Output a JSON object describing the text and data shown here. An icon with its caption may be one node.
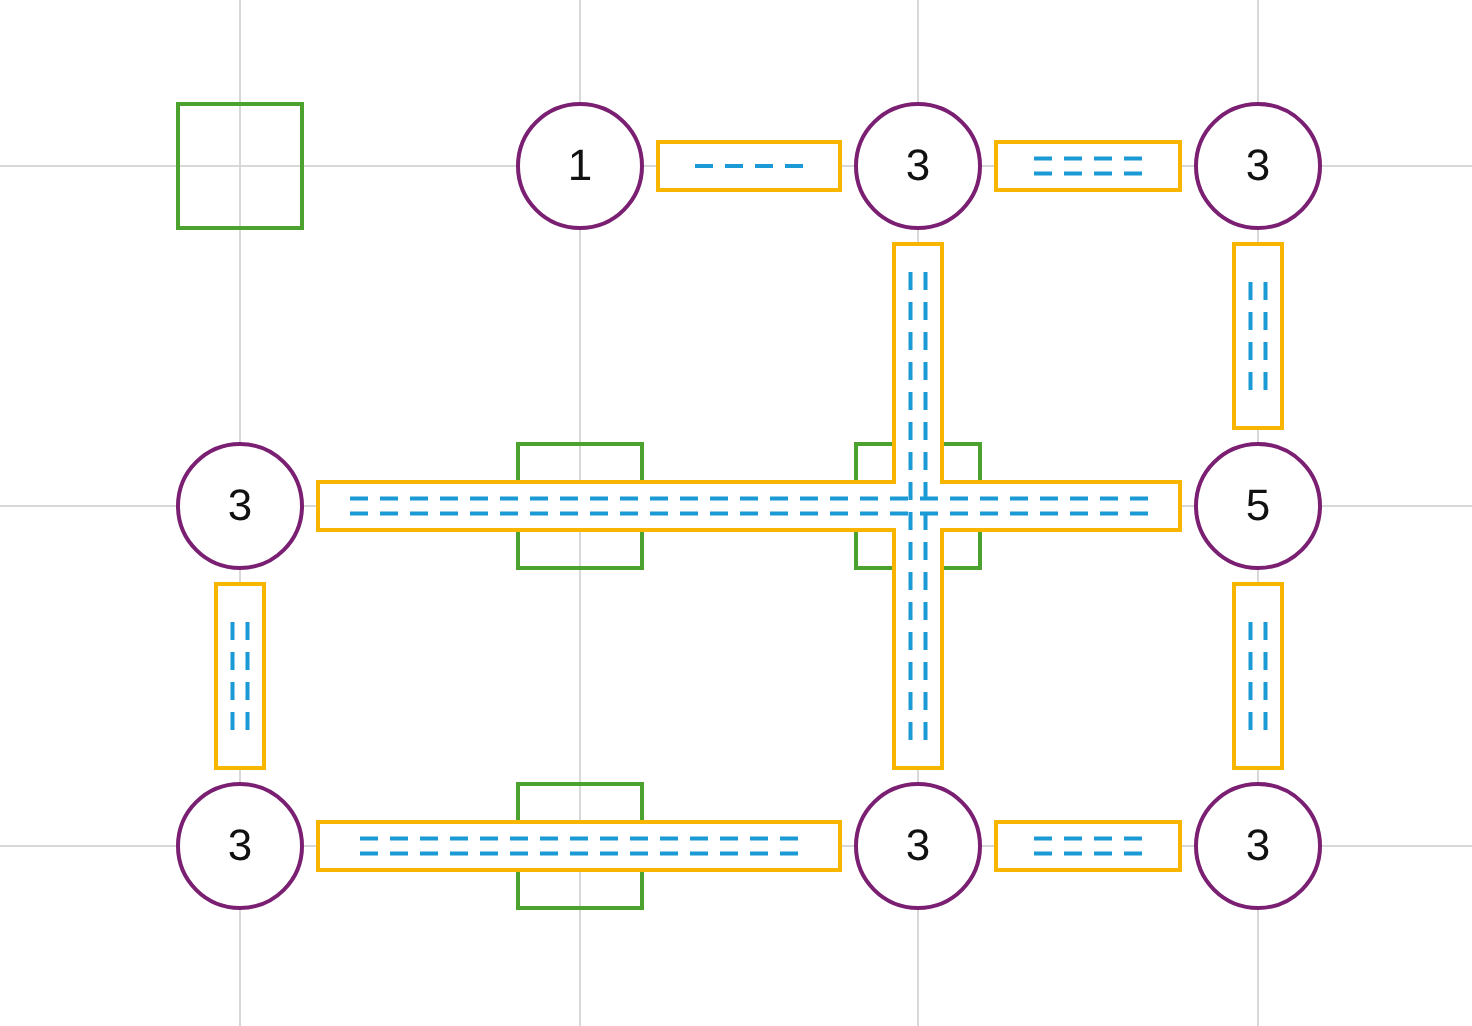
{
  "diagram": {
    "nodes": [
      {
        "text": [
          "1"
        ]
      },
      {
        "text": [
          "3"
        ]
      },
      {
        "text": [
          "3"
        ]
      },
      {
        "text": [
          "3"
        ]
      },
      {
        "text": [
          "5"
        ]
      },
      {
        "text": [
          "3"
        ]
      },
      {
        "text": [
          "3"
        ]
      },
      {
        "text": [
          "3"
        ]
      }
    ],
    "edges": [
      {
        "from": 0,
        "to": 1,
        "arrow": "none",
        "style": "dashed"
      },
      {
        "from": 1,
        "to": 2,
        "arrow": "none",
        "style": "dashed"
      },
      {
        "from": 1,
        "to": 2,
        "arrow": "none",
        "style": "dashed"
      },
      {
        "from": 2,
        "to": 4,
        "arrow": "none",
        "style": "dashed"
      },
      {
        "from": 2,
        "to": 4,
        "arrow": "none",
        "style": "dashed"
      },
      {
        "from": 1,
        "to": 6,
        "arrow": "none",
        "style": "dashed"
      },
      {
        "from": 1,
        "to": 6,
        "arrow": "none",
        "style": "dashed"
      },
      {
        "from": 3,
        "to": 4,
        "arrow": "none",
        "style": "dashed"
      },
      {
        "from": 3,
        "to": 4,
        "arrow": "none",
        "style": "dashed"
      },
      {
        "from": 3,
        "to": 5,
        "arrow": "none",
        "style": "dashed"
      },
      {
        "from": 3,
        "to": 5,
        "arrow": "none",
        "style": "dashed"
      },
      {
        "from": 5,
        "to": 6,
        "arrow": "none",
        "style": "dashed"
      },
      {
        "from": 5,
        "to": 6,
        "arrow": "none",
        "style": "dashed"
      },
      {
        "from": 6,
        "to": 7,
        "arrow": "none",
        "style": "dashed"
      },
      {
        "from": 6,
        "to": 7,
        "arrow": "none",
        "style": "dashed"
      },
      {
        "from": 4,
        "to": 7,
        "arrow": "none",
        "style": "dashed"
      },
      {
        "from": 4,
        "to": 7,
        "arrow": "none",
        "style": "dashed"
      }
    ]
  }
}
